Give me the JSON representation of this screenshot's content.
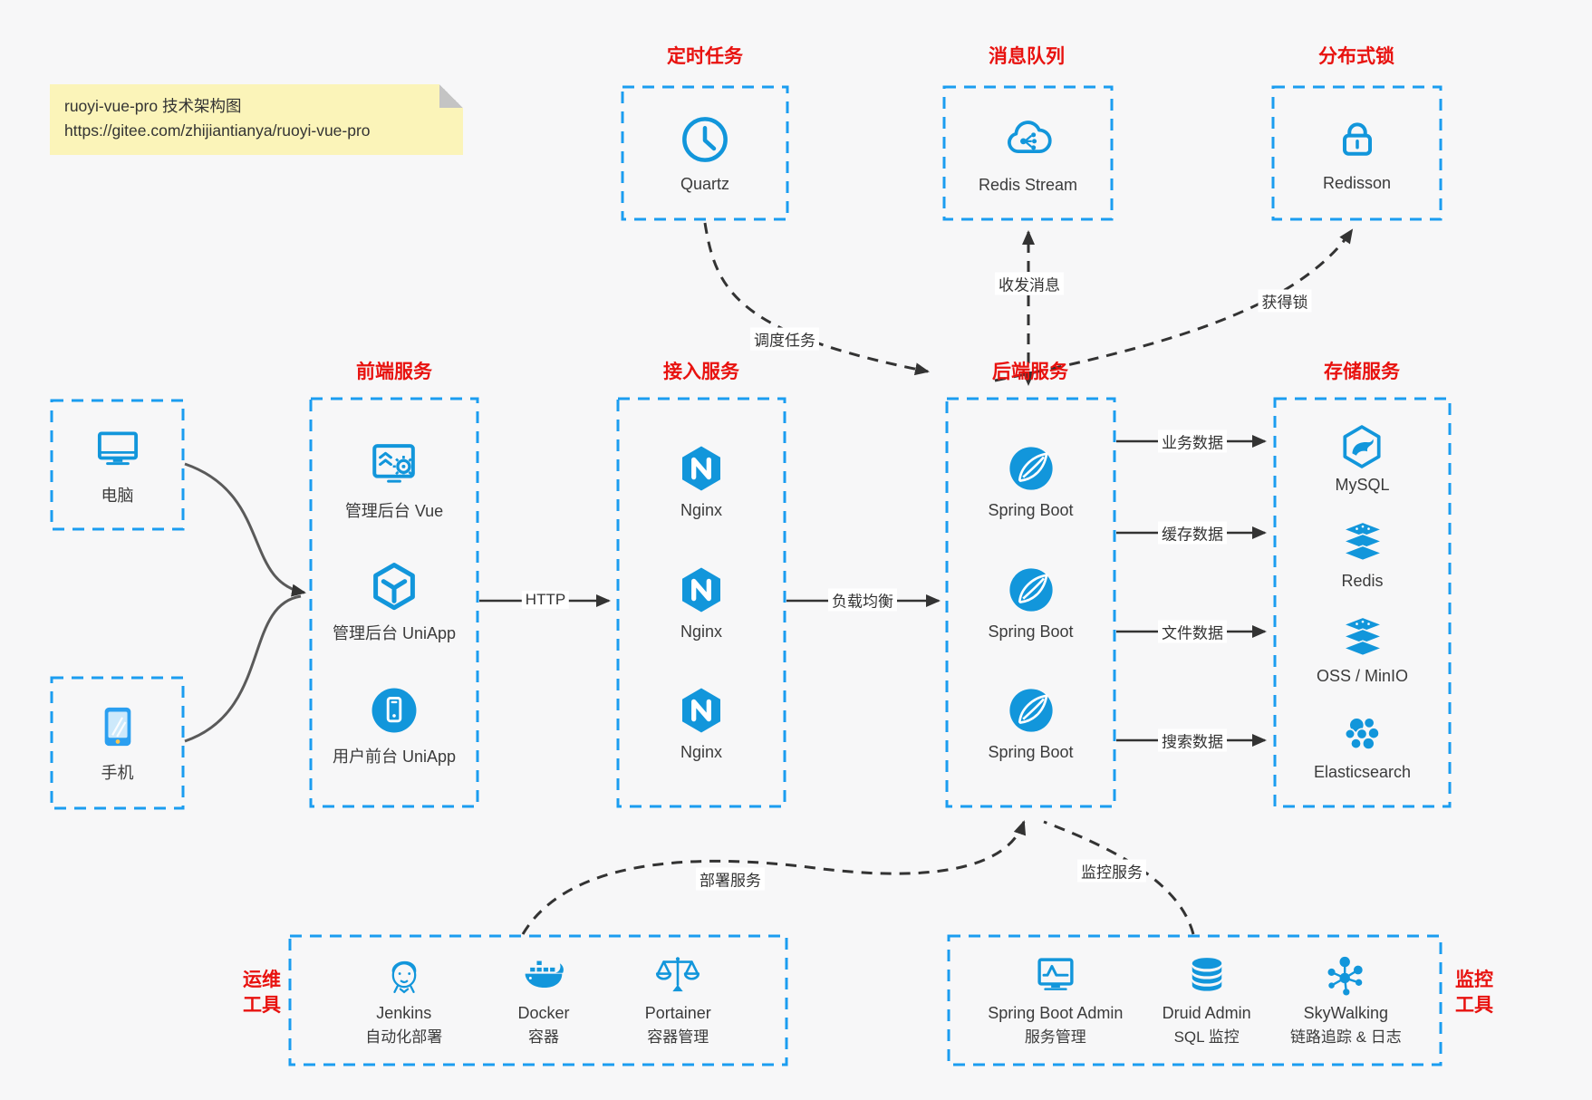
{
  "note": {
    "line1": "ruoyi-vue-pro 技术架构图",
    "line2": "https://gitee.com/zhijiantianya/ruoyi-vue-pro"
  },
  "colors": {
    "accent_blue": "#1b9df0",
    "icon_blue": "#1296db",
    "label_red": "#e8120f",
    "note_bg": "#fbf4b9",
    "arrow_dark": "#333333",
    "arrow_gray": "#5a5a5a"
  },
  "top": {
    "scheduler": {
      "label": "定时任务",
      "item": "Quartz",
      "icon": "clock-icon"
    },
    "mq": {
      "label": "消息队列",
      "item": "Redis Stream",
      "icon": "cloud-network-icon"
    },
    "lock": {
      "label": "分布式锁",
      "item": "Redisson",
      "icon": "lock-icon"
    }
  },
  "clients": {
    "pc": {
      "label": "电脑",
      "icon": "desktop-icon"
    },
    "mobile": {
      "label": "手机",
      "icon": "smartphone-icon"
    }
  },
  "frontend": {
    "label": "前端服务",
    "items": [
      "管理后台 Vue",
      "管理后台 UniApp",
      "用户前台 UniApp"
    ]
  },
  "gateway": {
    "label": "接入服务",
    "items": [
      "Nginx",
      "Nginx",
      "Nginx"
    ]
  },
  "backend": {
    "label": "后端服务",
    "items": [
      "Spring Boot",
      "Spring Boot",
      "Spring Boot"
    ]
  },
  "storage": {
    "label": "存储服务",
    "items": [
      "MySQL",
      "Redis",
      "OSS / MinIO",
      "Elasticsearch"
    ]
  },
  "ops": {
    "label_line1": "运维",
    "label_line2": "工具",
    "items": [
      {
        "name": "Jenkins",
        "desc": "自动化部署"
      },
      {
        "name": "Docker",
        "desc": "容器"
      },
      {
        "name": "Portainer",
        "desc": "容器管理"
      }
    ]
  },
  "monitoring": {
    "label_line1": "监控",
    "label_line2": "工具",
    "items": [
      {
        "name": "Spring Boot Admin",
        "desc": "服务管理"
      },
      {
        "name": "Druid Admin",
        "desc": "SQL 监控"
      },
      {
        "name": "SkyWalking",
        "desc": "链路追踪 & 日志"
      }
    ]
  },
  "edges": {
    "http": "HTTP",
    "load_balance": "负载均衡",
    "schedule": "调度任务",
    "message": "收发消息",
    "get_lock": "获得锁",
    "data_biz": "业务数据",
    "data_cache": "缓存数据",
    "data_file": "文件数据",
    "data_search": "搜索数据",
    "deploy": "部署服务",
    "monitor": "监控服务"
  }
}
